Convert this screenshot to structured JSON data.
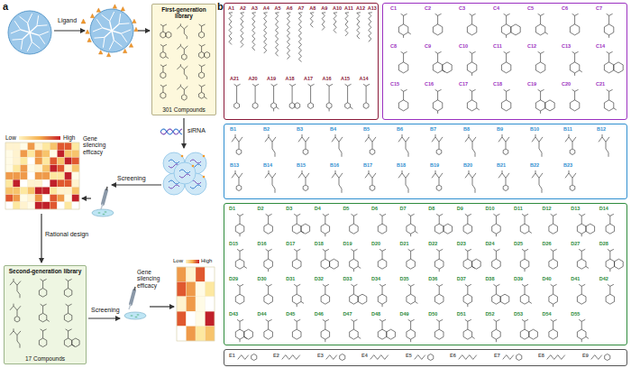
{
  "diagram": {
    "nodes": [
      {
        "text": [
          "First-generation library",
          "301 Compounds"
        ]
      },
      {
        "text": [
          "Second-generation library",
          "17 Compounds"
        ]
      },
      {
        "text": [
          "A1",
          "A2",
          "A3",
          "A4",
          "A5",
          "A6",
          "A7",
          "A8",
          "A9",
          "A10",
          "A11",
          "A12",
          "A13",
          "A21",
          "A20",
          "A19",
          "A18",
          "A17",
          "A16",
          "A15",
          "A14"
        ]
      },
      {
        "text": [
          "C1",
          "C2",
          "C3",
          "C4",
          "C5",
          "C6",
          "C7",
          "C8",
          "C9",
          "C10",
          "C11",
          "C12",
          "C13",
          "C14",
          "C15",
          "C16",
          "C17",
          "C18",
          "C19",
          "C20",
          "C21"
        ]
      },
      {
        "text": [
          "B1",
          "B2",
          "B3",
          "B4",
          "B5",
          "B6",
          "B7",
          "B8",
          "B9",
          "B10",
          "B11",
          "B12",
          "B13",
          "B14",
          "B15",
          "B16",
          "B17",
          "B18",
          "B19",
          "B20",
          "B21",
          "B22",
          "B23"
        ]
      },
      {
        "text": [
          "D1",
          "D2",
          "D3",
          "D4",
          "D5",
          "D6",
          "D7",
          "D8",
          "D9",
          "D10",
          "D11",
          "D12",
          "D13",
          "D14",
          "D15",
          "D16",
          "D17",
          "D18",
          "D19",
          "D20",
          "D21",
          "D22",
          "D23",
          "D24",
          "D25",
          "D26",
          "D27",
          "D28",
          "D29",
          "D30",
          "D31",
          "D32",
          "D33",
          "D34",
          "D35",
          "D36",
          "D37",
          "D38",
          "D39",
          "D40",
          "D41",
          "D42",
          "D43",
          "D44",
          "D45",
          "D46",
          "D47",
          "D48",
          "D49",
          "D50",
          "D51",
          "D52",
          "D53",
          "D54",
          "D55"
        ]
      },
      {
        "text": [
          "E1",
          "E2",
          "E3",
          "E4",
          "E5",
          "E6",
          "E7",
          "E8",
          "E9"
        ]
      }
    ],
    "labels": [
      "a",
      "Ligand",
      "siRNA",
      "Low",
      "High",
      "Gene silencing efficacy",
      "Screening",
      "Rational design",
      "Screening",
      "Gene silencing efficacy",
      "Low",
      "High",
      "b"
    ]
  }
}
